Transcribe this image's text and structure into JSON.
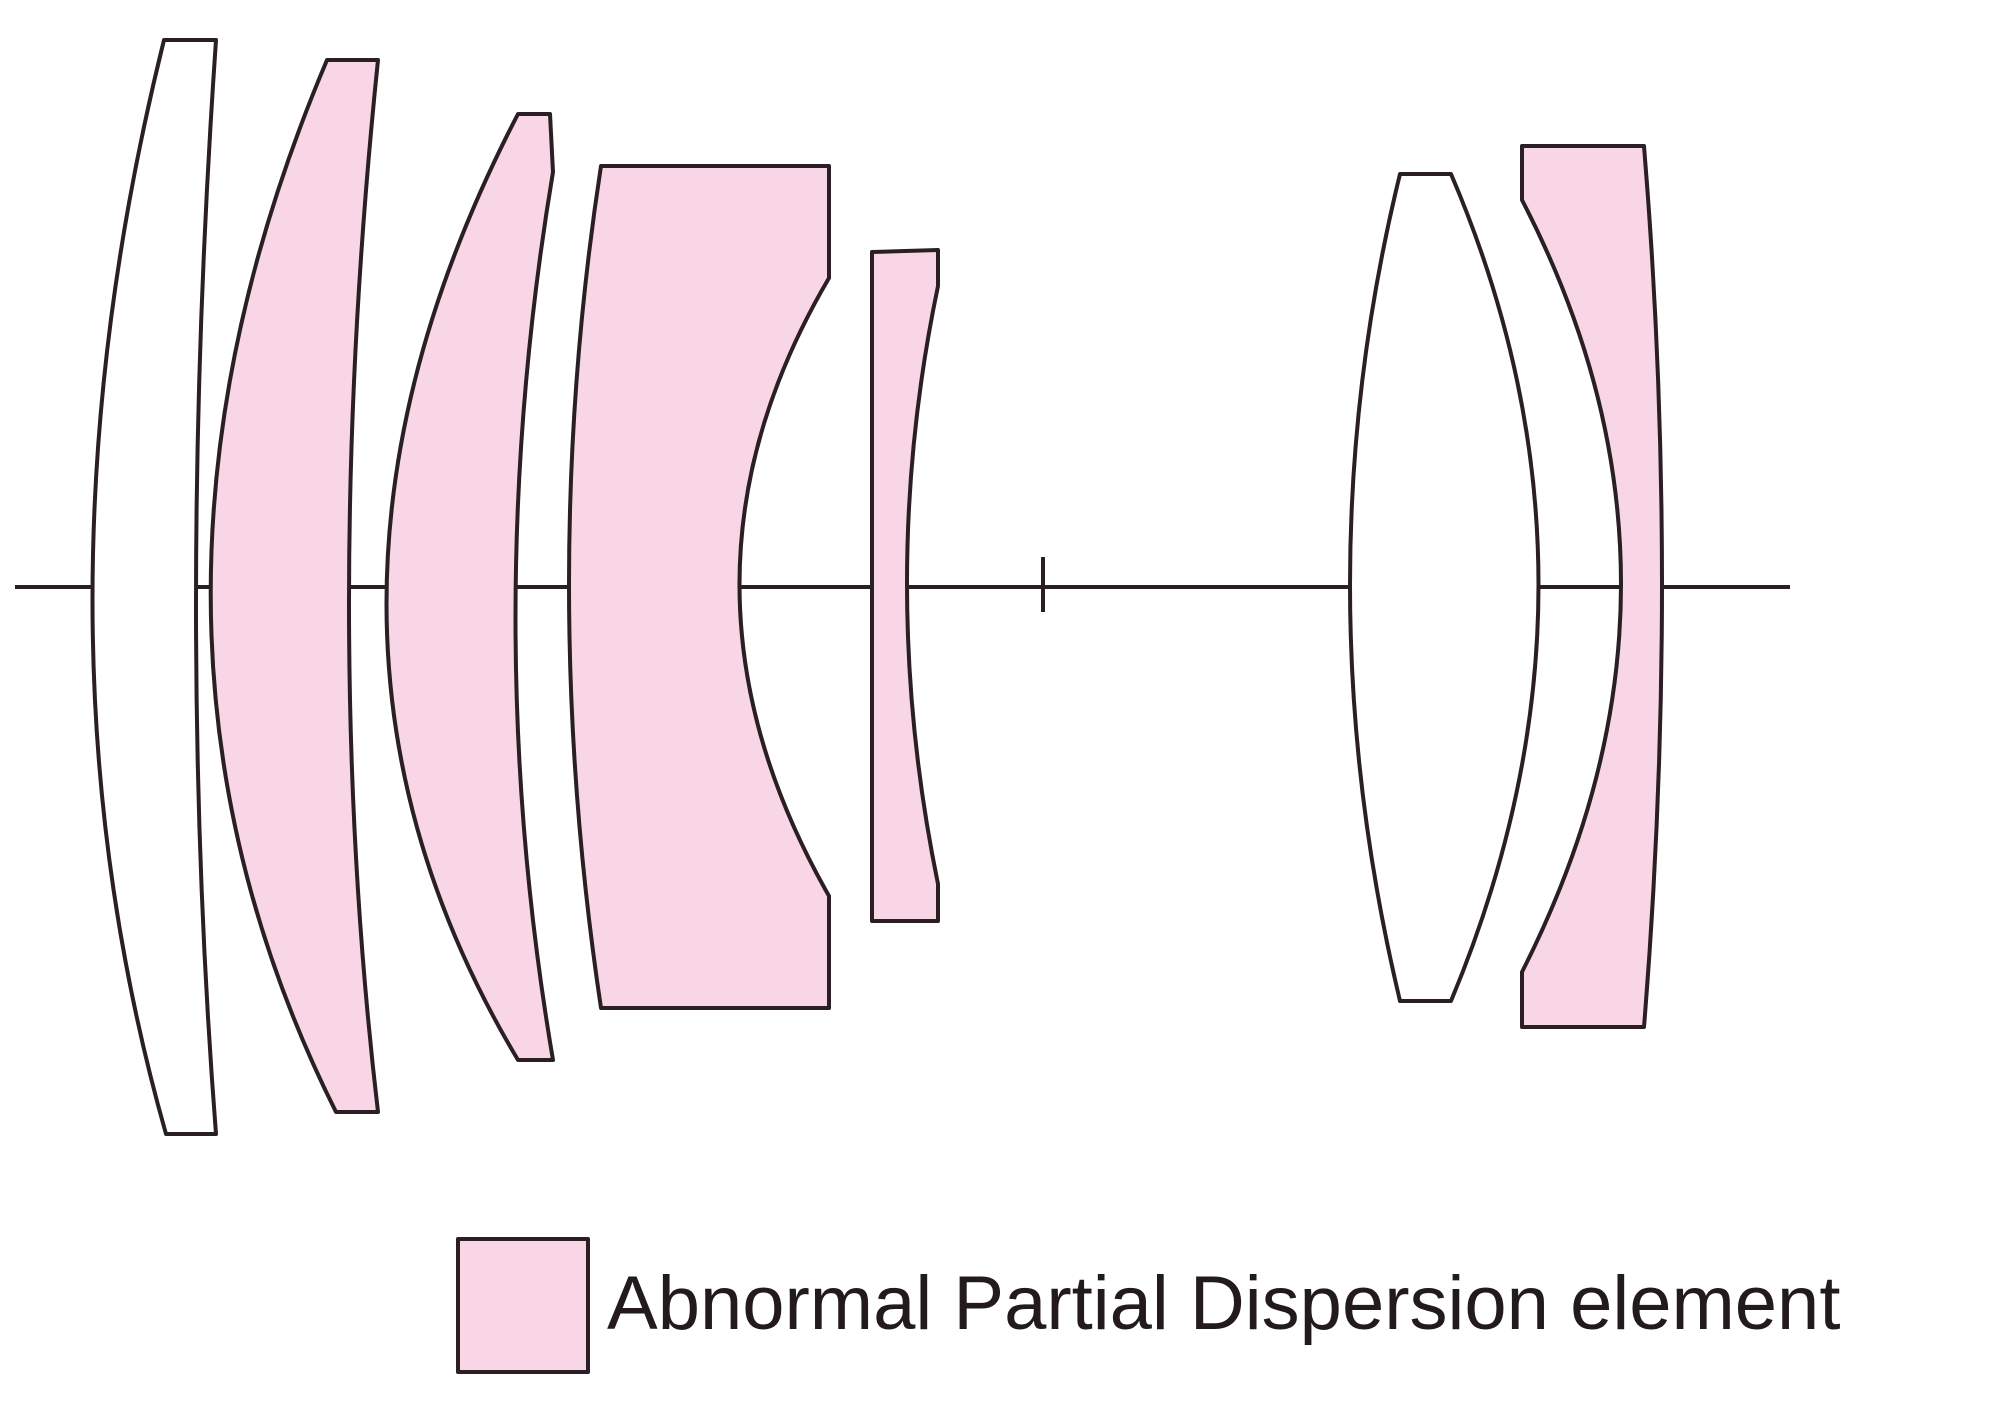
{
  "colors": {
    "apd_fill": "#f9d6e6",
    "normal_fill": "#ffffff",
    "outline": "#2a1f22",
    "text": "#231a1d"
  },
  "elements": [
    {
      "name": "lens-element-1",
      "type": "normal"
    },
    {
      "name": "lens-element-2",
      "type": "apd"
    },
    {
      "name": "lens-element-3",
      "type": "apd"
    },
    {
      "name": "lens-element-4",
      "type": "apd"
    },
    {
      "name": "lens-element-5",
      "type": "apd"
    },
    {
      "name": "lens-element-6",
      "type": "normal"
    },
    {
      "name": "lens-element-7",
      "type": "apd"
    }
  ],
  "legend": {
    "label": "Abnormal Partial Dispersion element",
    "swatch_type": "apd"
  }
}
